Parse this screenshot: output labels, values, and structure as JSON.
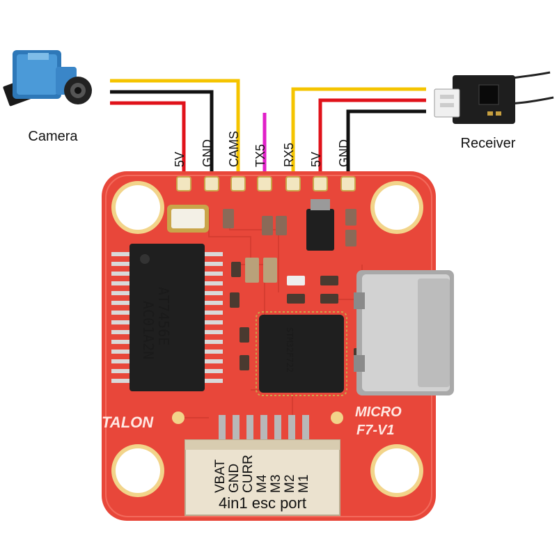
{
  "camera": {
    "label": "Camera",
    "icon": "camera-icon"
  },
  "receiver": {
    "label": "Receiver",
    "icon": "receiver-icon"
  },
  "top_pins": [
    "5V",
    "GND",
    "CAMS",
    "TX5",
    "RX5",
    "5V",
    "GND"
  ],
  "bottom_pins": [
    "VBAT",
    "GND",
    "CURR",
    "M4",
    "M3",
    "M2",
    "M1"
  ],
  "esc_port_label": "4in1 esc port",
  "board": {
    "brand_left": "TALON",
    "brand_right_1": "MICRO",
    "brand_right_2": "F7-V1",
    "chip1_line1": "AT7456E",
    "chip1_line2": "AC01A2N",
    "chip2_text": "STM32F722"
  },
  "colors": {
    "board": "#e8473a",
    "wire_yellow": "#f5c400",
    "wire_black": "#111111",
    "wire_red": "#e0121a",
    "wire_magenta": "#e020c8"
  }
}
